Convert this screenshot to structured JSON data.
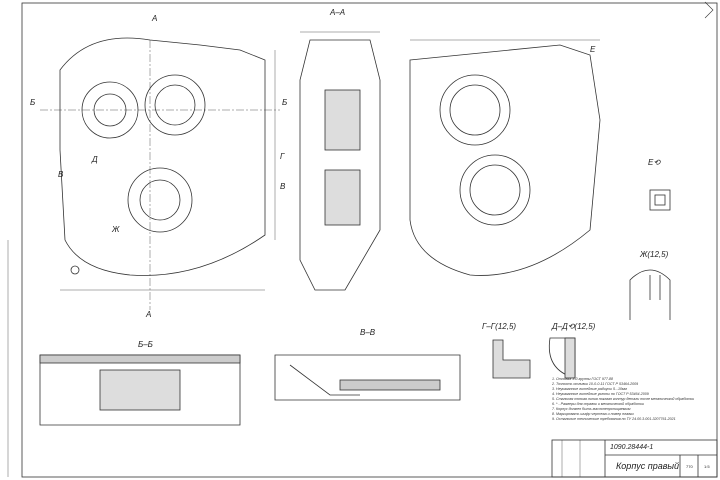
{
  "sections": {
    "a_a": "А–А",
    "b_b": "Б–Б",
    "v_v": "В–В",
    "g_g": "Г–Г(12,5)",
    "d_d": "Д–Д⟲(12,5)",
    "e": "Е⟲",
    "zh": "Ж(12,5)"
  },
  "cut_marks": {
    "a": "А",
    "b": "Б",
    "v": "В",
    "g": "Г",
    "d": "Д",
    "zh": "Ж",
    "e": "Е"
  },
  "notes": [
    "1. Отливка 3-й группы ГОСТ 977-88",
    "2. Точность отливки 10-0-0-11 ГОСТ Р 53464-2009",
    "3. Неуказанные литейные радиусы 5...10мм",
    "4. Неуказанные литейные уклоны по ГОСТ Р 53464-2009",
    "5. Стальная тонкая линия показан контур детали после механической обработки",
    "6. * - Размеры для справок и механической обработки",
    "7. Корпус должен быть маслонепроницаемым",
    "8. Маркировать шифр чертежа и номер плавки",
    "9. Остальные технические требования по ТУ 24.00.3-001-3207761-2021"
  ],
  "title_block": {
    "code": "1090.28444-1",
    "name": "Корпус правый",
    "mass": "770",
    "scale": "1:5"
  }
}
